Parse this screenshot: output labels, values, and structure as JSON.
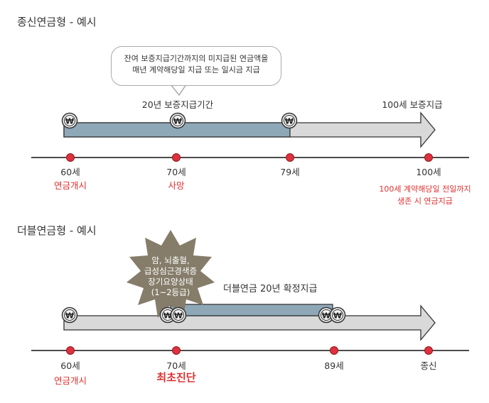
{
  "section1": {
    "title": "종신연금형 - 예시",
    "bubble_line1": "잔여 보증지급기간까지의 미지급된 연금액을",
    "bubble_line2": "매년 계약해당일 지급 또는 일시금 지급",
    "period_label": "20년 보증지급기간",
    "end_label": "100세 보증지급",
    "ages": [
      "60세",
      "70세",
      "79세",
      "100세"
    ],
    "events": [
      "연금개시",
      "사망"
    ],
    "note_line1": "100세 계약해당일 전일까지",
    "note_line2": "생존 시 연금지급"
  },
  "section2": {
    "title": "더블연금형 - 예시",
    "burst_line1": "암, 뇌출혈,",
    "burst_line2": "급성심근경색증",
    "burst_line3": "장기요양상태",
    "burst_line4": "(1~2등급)",
    "bar_label": "더블연금 20년 확정지급",
    "ages": [
      "60세",
      "70세",
      "89세",
      "종신"
    ],
    "events": [
      "연금개시",
      "최초진단"
    ]
  },
  "won_symbol": "₩",
  "colors": {
    "bar_blue": "#8fa8b8",
    "bar_gray": "#d9d9d9",
    "dot_red": "#e03040",
    "burst": "#857d6a",
    "event_red": "#e03030"
  }
}
